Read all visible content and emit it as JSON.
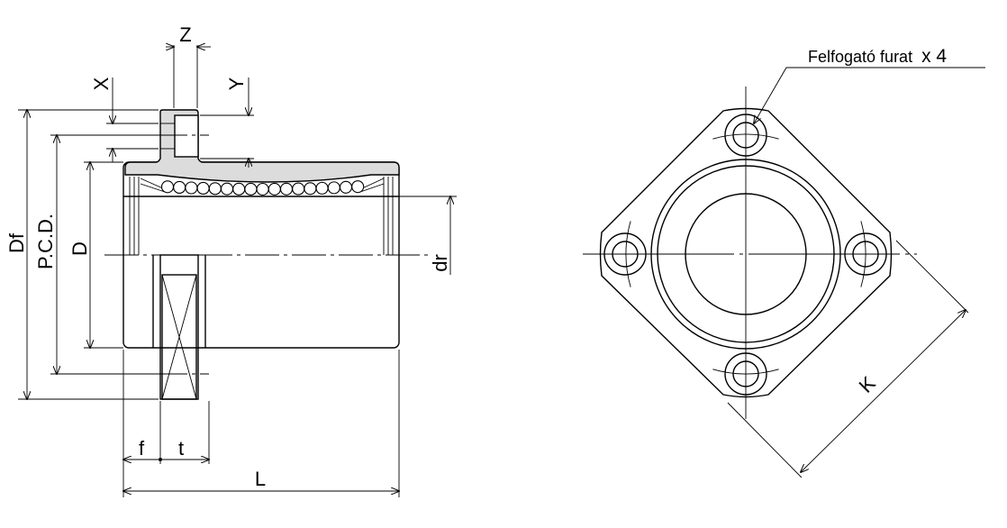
{
  "labels": {
    "Z": "Z",
    "X": "X",
    "Y": "Y",
    "Df": "Df",
    "PCD": "P.C.D.",
    "D": "D",
    "dr": "dr",
    "f": "f",
    "t": "t",
    "L": "L",
    "K": "K"
  },
  "note": {
    "text": "Felfogató furat",
    "count": "x 4"
  },
  "colors": {
    "section_fill": "#dcdcdc",
    "line": "#000000"
  }
}
